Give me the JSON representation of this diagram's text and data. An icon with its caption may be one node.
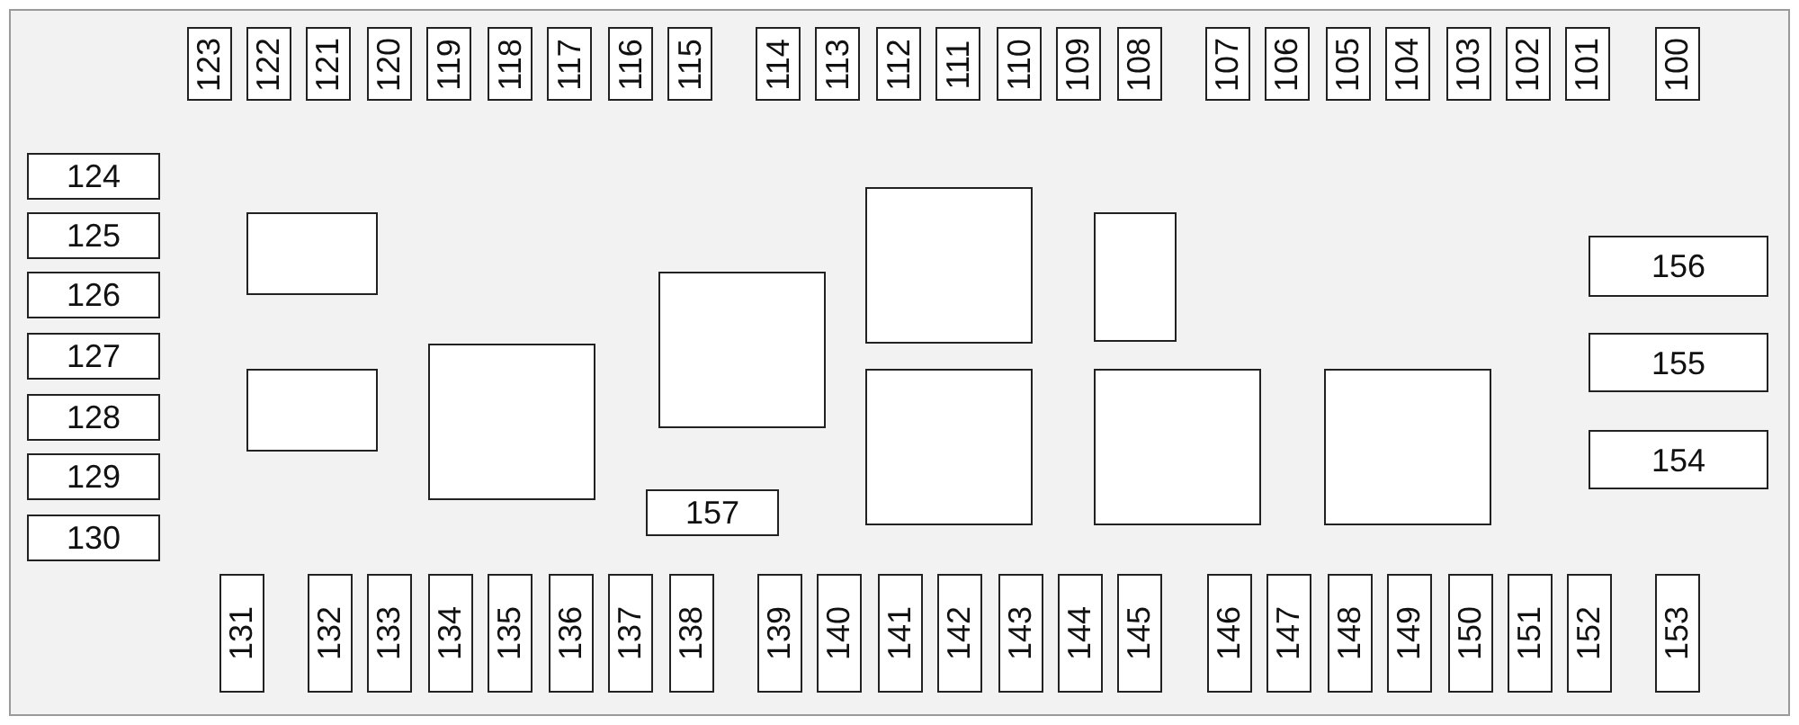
{
  "diagram": {
    "nodes": [
      {
        "text": [
          "123"
        ]
      },
      {
        "text": [
          "122"
        ]
      },
      {
        "text": [
          "121"
        ]
      },
      {
        "text": [
          "120"
        ]
      },
      {
        "text": [
          "119"
        ]
      },
      {
        "text": [
          "118"
        ]
      },
      {
        "text": [
          "117"
        ]
      },
      {
        "text": [
          "116"
        ]
      },
      {
        "text": [
          "115"
        ]
      },
      {
        "text": [
          "114"
        ]
      },
      {
        "text": [
          "113"
        ]
      },
      {
        "text": [
          "112"
        ]
      },
      {
        "text": [
          "111"
        ]
      },
      {
        "text": [
          "110"
        ]
      },
      {
        "text": [
          "109"
        ]
      },
      {
        "text": [
          "108"
        ]
      },
      {
        "text": [
          "107"
        ]
      },
      {
        "text": [
          "106"
        ]
      },
      {
        "text": [
          "105"
        ]
      },
      {
        "text": [
          "104"
        ]
      },
      {
        "text": [
          "103"
        ]
      },
      {
        "text": [
          "102"
        ]
      },
      {
        "text": [
          "101"
        ]
      },
      {
        "text": [
          "100"
        ]
      },
      {
        "text": [
          "124"
        ]
      },
      {
        "text": [
          "125"
        ]
      },
      {
        "text": [
          "126"
        ]
      },
      {
        "text": [
          "127"
        ]
      },
      {
        "text": [
          "128"
        ]
      },
      {
        "text": [
          "129"
        ]
      },
      {
        "text": [
          "130"
        ]
      },
      {
        "text": [],
        "shape": "box"
      },
      {
        "text": [],
        "shape": "box"
      },
      {
        "text": [],
        "shape": "box"
      },
      {
        "text": [],
        "shape": "box"
      },
      {
        "text": [],
        "shape": "box"
      },
      {
        "text": [],
        "shape": "box"
      },
      {
        "text": [],
        "shape": "box"
      },
      {
        "text": [],
        "shape": "box"
      },
      {
        "text": [],
        "shape": "box"
      },
      {
        "text": [
          "157"
        ]
      },
      {
        "text": [
          "156"
        ]
      },
      {
        "text": [
          "155"
        ]
      },
      {
        "text": [
          "154"
        ]
      },
      {
        "text": [
          "131"
        ]
      },
      {
        "text": [
          "132"
        ]
      },
      {
        "text": [
          "133"
        ]
      },
      {
        "text": [
          "134"
        ]
      },
      {
        "text": [
          "135"
        ]
      },
      {
        "text": [
          "136"
        ]
      },
      {
        "text": [
          "137"
        ]
      },
      {
        "text": [
          "138"
        ]
      },
      {
        "text": [
          "139"
        ]
      },
      {
        "text": [
          "140"
        ]
      },
      {
        "text": [
          "141"
        ]
      },
      {
        "text": [
          "142"
        ]
      },
      {
        "text": [
          "143"
        ]
      },
      {
        "text": [
          "144"
        ]
      },
      {
        "text": [
          "145"
        ]
      },
      {
        "text": [
          "146"
        ]
      },
      {
        "text": [
          "147"
        ]
      },
      {
        "text": [
          "148"
        ]
      },
      {
        "text": [
          "149"
        ]
      },
      {
        "text": [
          "150"
        ]
      },
      {
        "text": [
          "151"
        ]
      },
      {
        "text": [
          "152"
        ]
      },
      {
        "text": [
          "153"
        ]
      }
    ]
  }
}
